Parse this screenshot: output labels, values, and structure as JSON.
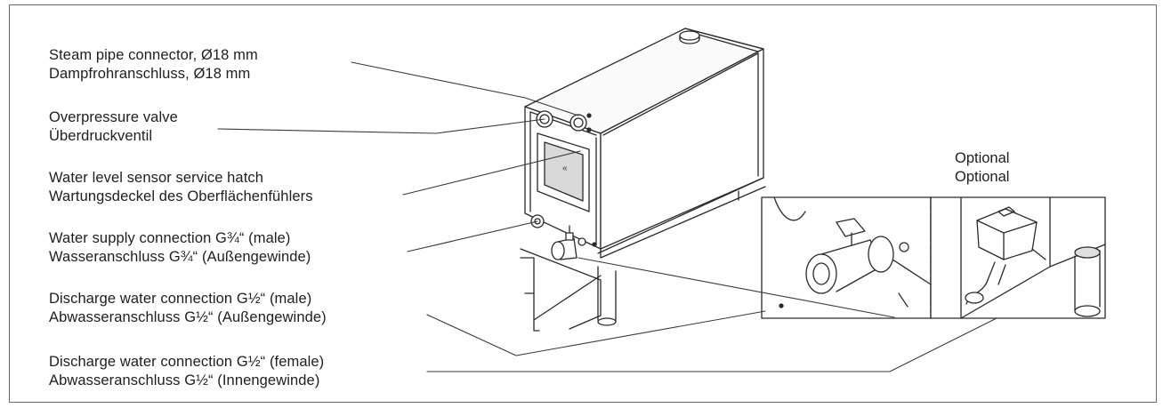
{
  "labels": [
    {
      "en": "Steam pipe connector, Ø18 mm",
      "de": "Dampfrohranschluss, Ø18 mm"
    },
    {
      "en": "Overpressure valve",
      "de": "Überdruckventil"
    },
    {
      "en": "Water level sensor service hatch",
      "de": "Wartungsdeckel des Oberflächenfühlers"
    },
    {
      "en": "Water supply connection G¾“ (male)",
      "de": "Wasseranschluss G¾“ (Außengewinde)"
    },
    {
      "en": "Discharge water connection G½“ (male)",
      "de": "Abwasseranschluss G½“ (Außengewinde)"
    },
    {
      "en": "Discharge water connection G½“ (female)",
      "de": "Abwasseranschluss G½“ (Innengewinde)"
    }
  ],
  "optional": {
    "en": "Optional",
    "de": "Optional"
  }
}
